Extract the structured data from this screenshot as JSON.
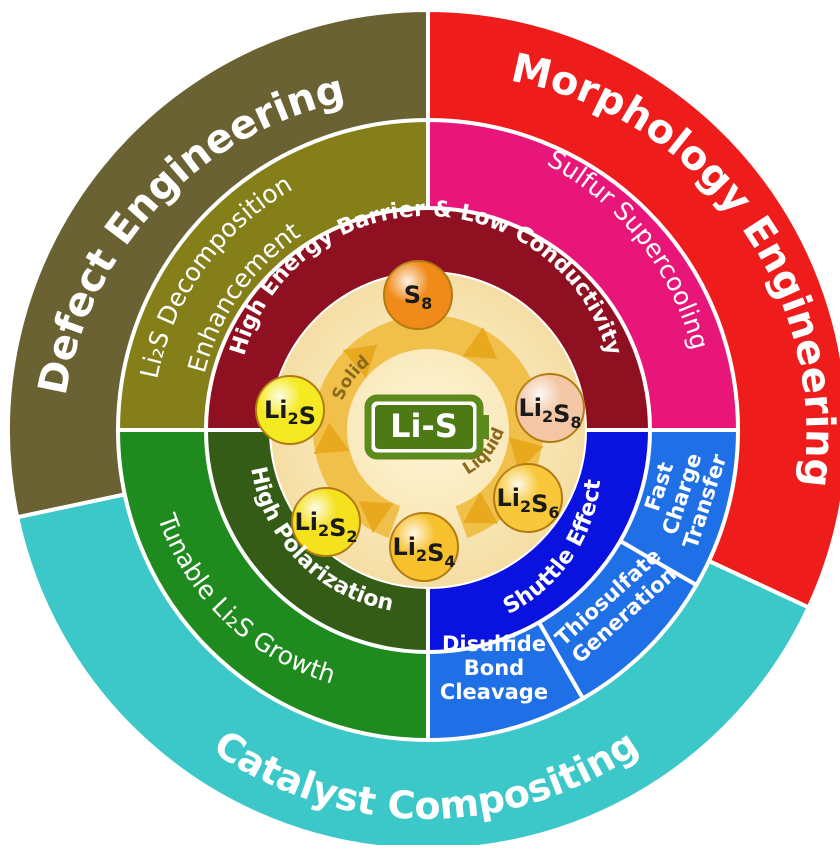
{
  "center_label": "Li-S",
  "cycle": {
    "solid_label": "Solid",
    "liquid_label": "Liquid",
    "species": [
      {
        "key": "s8",
        "base": "S",
        "sub": "8",
        "fill": "#f08a18"
      },
      {
        "key": "li2s8",
        "base": "Li",
        "sub": "2",
        "tail": "S",
        "sub2": "8",
        "fill": "#f3c7a6"
      },
      {
        "key": "li2s6",
        "base": "Li",
        "sub": "2",
        "tail": "S",
        "sub2": "6",
        "fill": "#f8c83a"
      },
      {
        "key": "li2s4",
        "base": "Li",
        "sub": "2",
        "tail": "S",
        "sub2": "4",
        "fill": "#f7c02d"
      },
      {
        "key": "li2s2",
        "base": "Li",
        "sub": "2",
        "tail": "S",
        "sub2": "2",
        "fill": "#f5e11d"
      },
      {
        "key": "li2s",
        "base": "Li",
        "sub": "2",
        "tail": "S",
        "sub2": "",
        "fill": "#f5ea22"
      }
    ]
  },
  "challenges": {
    "top": "High Energy Barrier & Low Conductivity",
    "left": "High Polarization",
    "right": "Shuttle Effect"
  },
  "strategies": {
    "defect": {
      "title": "Defect Engineering",
      "item_line1": "Li₂S Decomposition",
      "item_line2": "Enhancement",
      "color": "#6b6233",
      "inner_color": "#857f19"
    },
    "morphology": {
      "title": "Morphology Engineering",
      "item": "Sulfur Supercooling",
      "color": "#ef1c1c",
      "inner_color": "#e9167a"
    },
    "catalyst": {
      "title": "Catalyst Compositing",
      "item_left": "Tunable Li₂S Growth",
      "item_a": [
        "Disulfide",
        "Bond",
        "Cleavage"
      ],
      "item_b": [
        "Thiosulfate",
        "Generation"
      ],
      "item_c": [
        "Fast",
        "Charge",
        "Transfer"
      ],
      "color": "#3cc7c8",
      "green": "#1f8b1f",
      "blue": "#1f6fe6"
    }
  },
  "colors": {
    "dark_red": "#8f1020",
    "dark_green": "#355c17",
    "blue_band": "#0a12df"
  }
}
